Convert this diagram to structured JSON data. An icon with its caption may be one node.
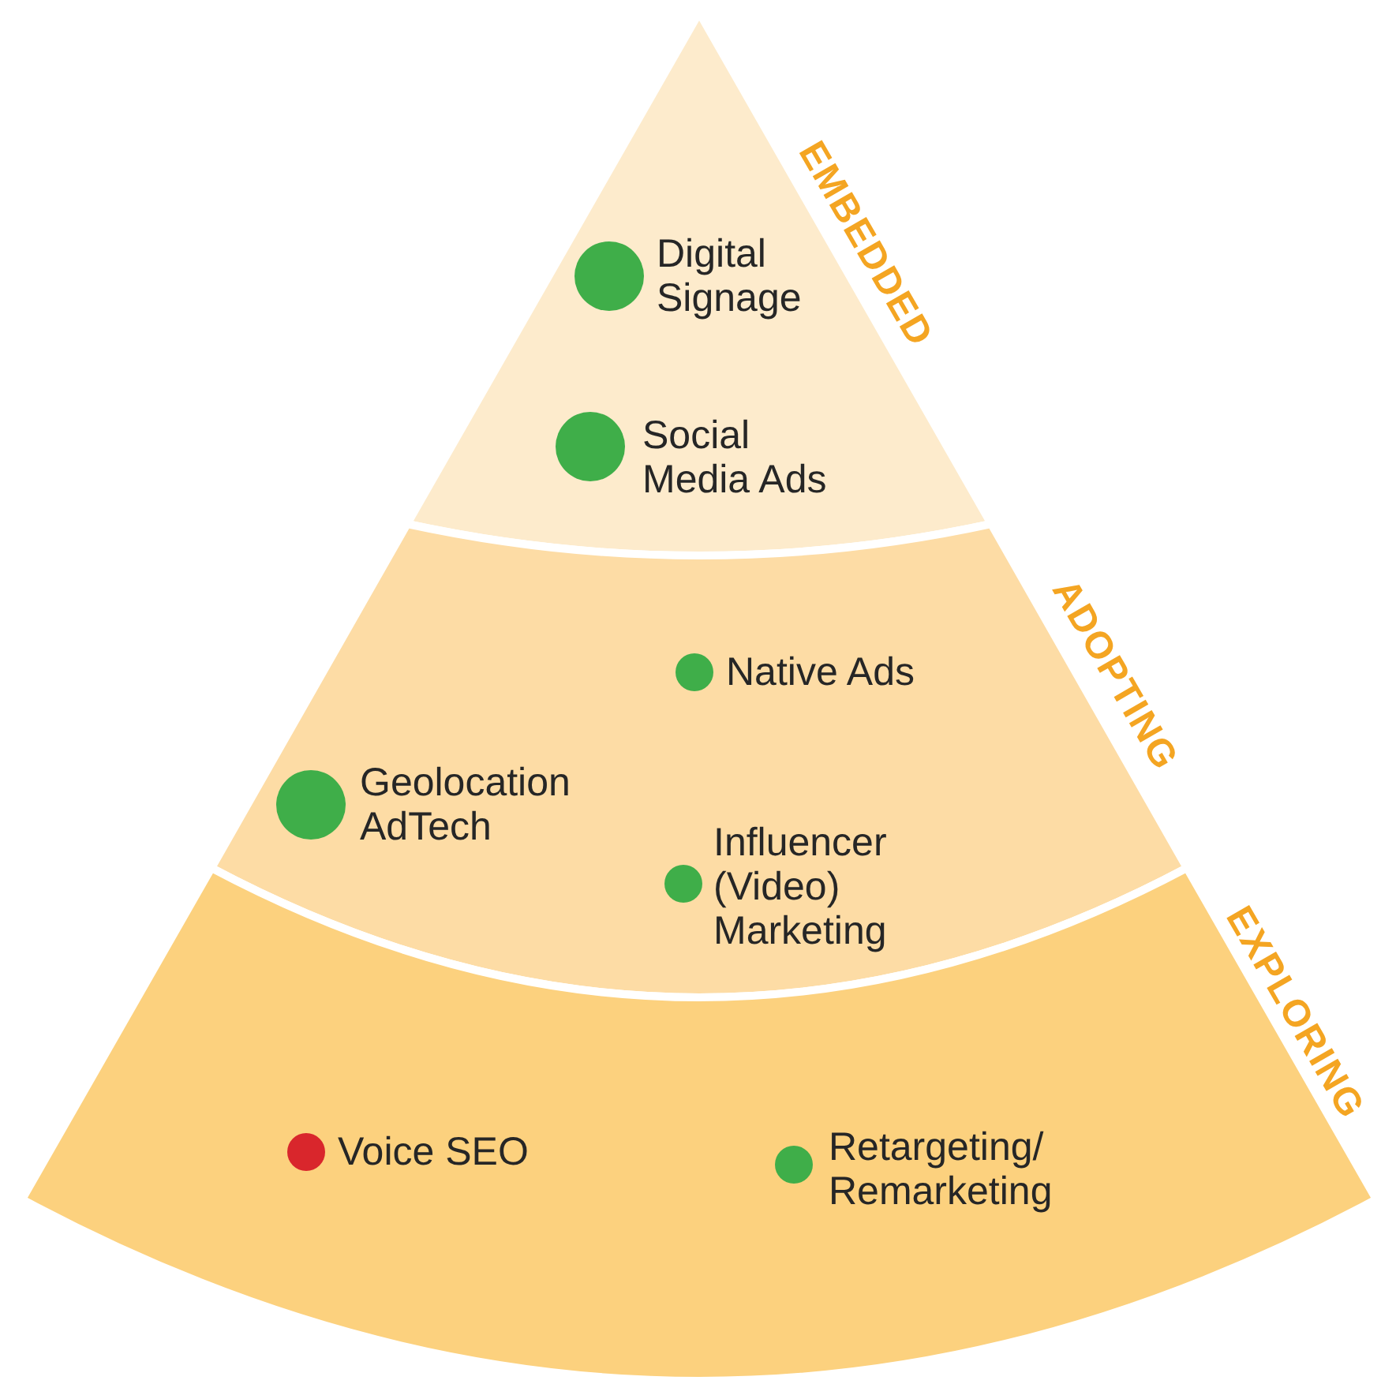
{
  "diagram": {
    "nodes": [
      {
        "text": [
          "EMBEDDED"
        ]
      },
      {
        "text": [
          "Digital Signage"
        ],
        "in": 0
      },
      {
        "text": [
          "Social Media Ads"
        ],
        "in": 0
      },
      {
        "text": [
          "ADOPTING"
        ]
      },
      {
        "text": [
          "Native Ads"
        ],
        "in": 3
      },
      {
        "text": [
          "Geolocation AdTech"
        ],
        "in": 3
      },
      {
        "text": [
          "Influencer (Video) Marketing"
        ],
        "in": 3
      },
      {
        "text": [
          "EXPLORING"
        ]
      },
      {
        "text": [
          "Voice SEO"
        ],
        "in": 7
      },
      {
        "text": [
          "Retargeting/ Remarketing"
        ],
        "in": 7
      }
    ]
  }
}
